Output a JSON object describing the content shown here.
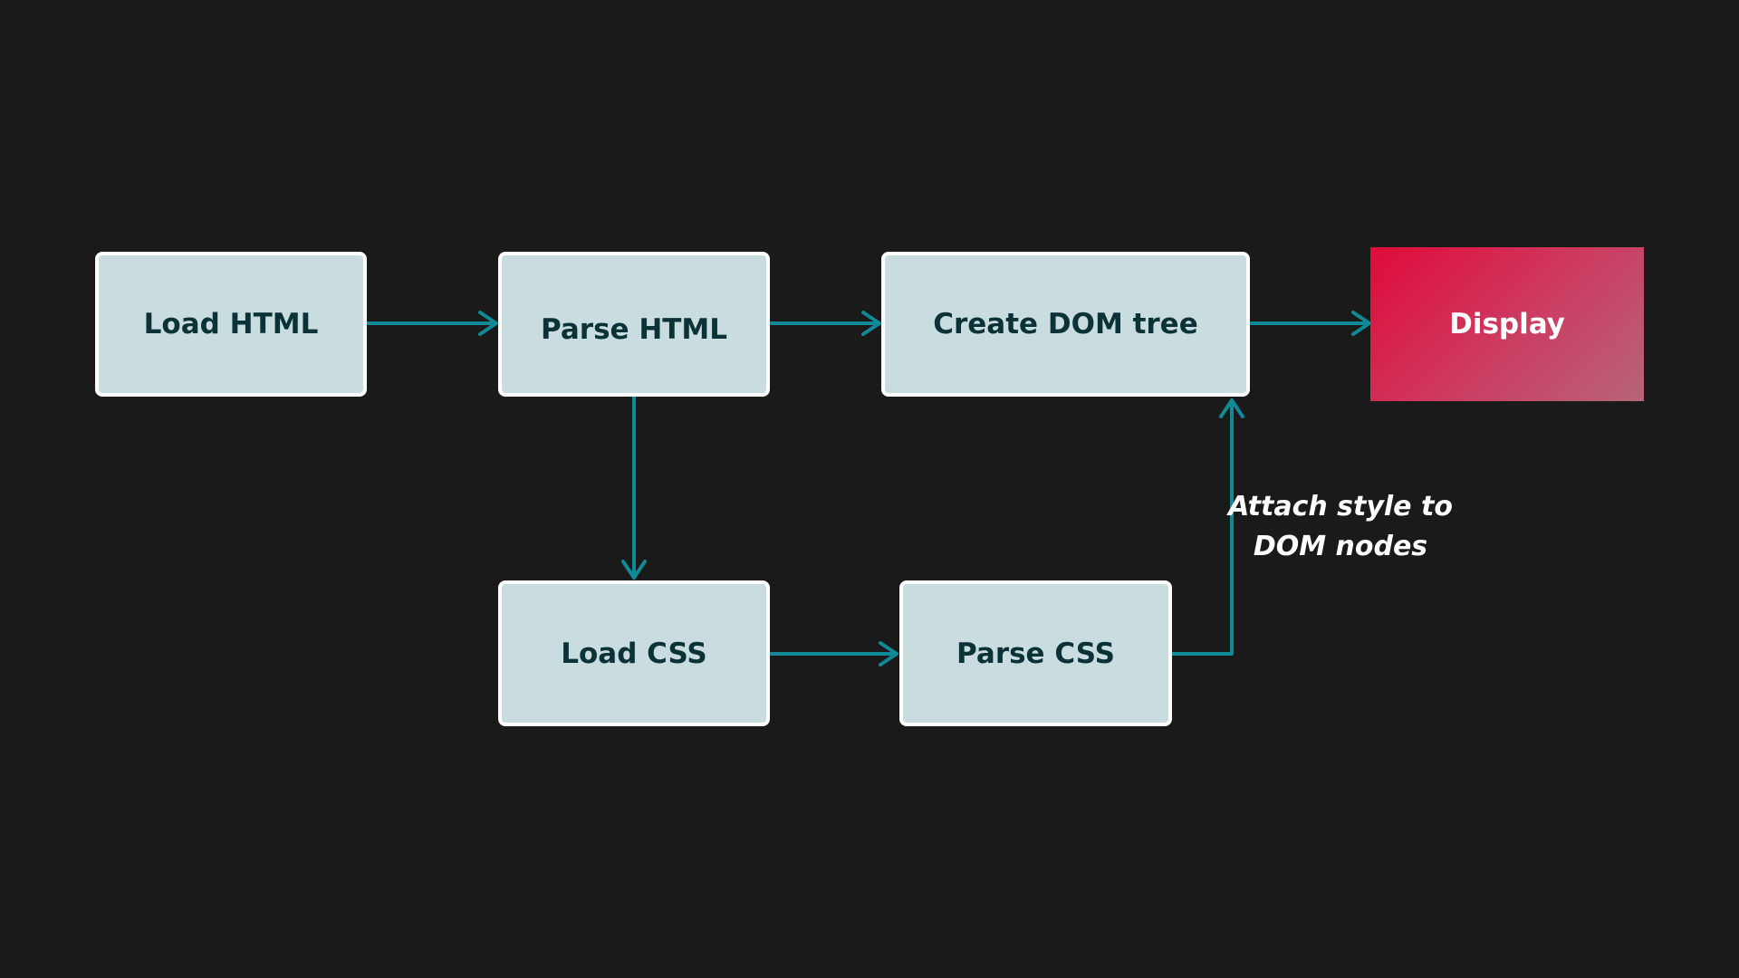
{
  "nodes": {
    "load_html": "Load HTML",
    "parse_html": "Parse HTML",
    "create_dom_tree": "Create DOM tree",
    "display": "Display",
    "load_css": "Load CSS",
    "parse_css": "Parse CSS"
  },
  "edge_labels": {
    "attach_style_line1": "Attach style to",
    "attach_style_line2": "DOM nodes"
  },
  "colors": {
    "background": "#1a1a1a",
    "box_fill": "#c9dcdf",
    "box_border": "#ffffff",
    "box_text": "#0b3236",
    "arrow": "#0f8a96",
    "display_gradient_start": "#e00a3a",
    "display_gradient_end": "#b66478"
  }
}
